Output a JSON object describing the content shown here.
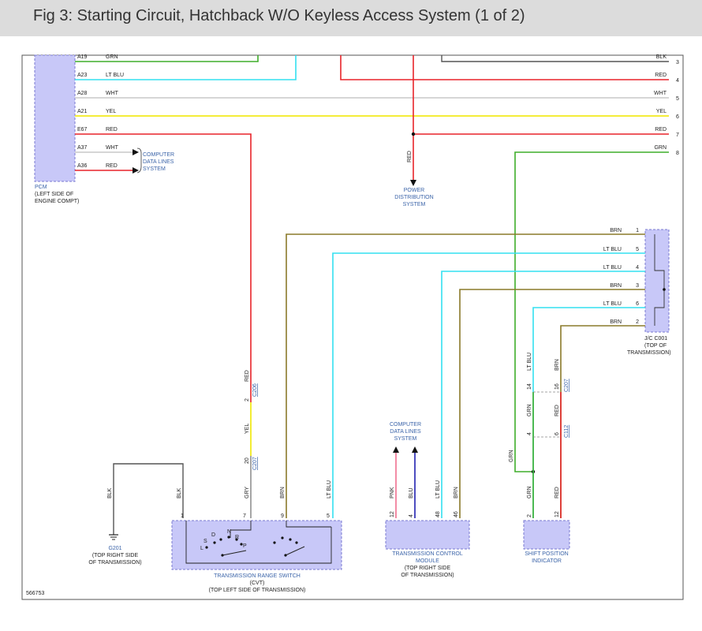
{
  "title": "Fig 3: Starting Circuit, Hatchback W/O Keyless Access System (1 of 2)",
  "figure_id": "566753",
  "colors": {
    "grn": "#3fae2a",
    "ltblu": "#33e0f0",
    "red": "#e8242a",
    "wht": "#c8c8c8",
    "yel": "#f2ea1d",
    "brn": "#8a7a2a",
    "blk": "#555555",
    "gry": "#888888",
    "pnk": "#f07090",
    "blu": "#2020b0",
    "module": "#c8c8f8"
  },
  "pcm": {
    "name": "PCM",
    "loc1": "(LEFT SIDE OF",
    "loc2": "ENGINE COMPT)",
    "pins": [
      {
        "pin": "A19",
        "color": "GRN"
      },
      {
        "pin": "A23",
        "color": "LT BLU"
      },
      {
        "pin": "A28",
        "color": "WHT"
      },
      {
        "pin": "A21",
        "color": "YEL"
      },
      {
        "pin": "E67",
        "color": "RED"
      },
      {
        "pin": "A37",
        "color": "WHT"
      },
      {
        "pin": "A36",
        "color": "RED"
      }
    ]
  },
  "computer_data_lines": {
    "l1": "COMPUTER",
    "l2": "DATA LINES",
    "l3": "SYSTEM"
  },
  "power_dist": {
    "l1": "POWER",
    "l2": "DISTRIBUTION",
    "l3": "SYSTEM",
    "wire": "RED"
  },
  "right_wires": [
    {
      "num": "3",
      "color": "BLK"
    },
    {
      "num": "4",
      "color": "RED"
    },
    {
      "num": "5",
      "color": "WHT"
    },
    {
      "num": "6",
      "color": "YEL"
    },
    {
      "num": "7",
      "color": "RED"
    },
    {
      "num": "8",
      "color": "GRN"
    }
  ],
  "jc": {
    "l1": "J/C C001",
    "l2": "(TOP OF",
    "l3": "TRANSMISSION)",
    "pins": [
      {
        "num": "1",
        "color": "BRN"
      },
      {
        "num": "5",
        "color": "LT BLU"
      },
      {
        "num": "4",
        "color": "LT BLU"
      },
      {
        "num": "3",
        "color": "BRN"
      },
      {
        "num": "6",
        "color": "LT BLU"
      },
      {
        "num": "2",
        "color": "BRN"
      }
    ]
  },
  "c206": {
    "pin": "2",
    "name": "C206"
  },
  "c207a": {
    "pin": "20",
    "name": "C207"
  },
  "c207b": {
    "pin": "16",
    "pin2": "14",
    "name": "C207"
  },
  "c112": {
    "pin": "6",
    "pin2": "4",
    "name": "C112"
  },
  "wire_labels": {
    "red": "RED",
    "yel": "YEL",
    "gry": "GRY",
    "blk": "BLK",
    "brn": "BRN",
    "ltblu": "LT BLU",
    "pnk": "PNK",
    "blu": "BLU",
    "grn": "GRN"
  },
  "g201": {
    "name": "G201",
    "l1": "(TOP RIGHT SIDE",
    "l2": "OF TRANSMISSION)"
  },
  "trs": {
    "name": "TRANSMISSION RANGE SWITCH",
    "l2": "(CVT)",
    "l3": "(TOP LEFT SIDE OF TRANSMISSION)",
    "pins": [
      "1",
      "7",
      "9",
      "5"
    ],
    "positions": [
      "D",
      "N",
      "R",
      "P",
      "S",
      "L"
    ]
  },
  "tcm": {
    "l1": "TRANSMISSION CONTROL",
    "l2": "MODULE",
    "l3": "(TOP RIGHT SIDE",
    "l4": "OF TRANSMISSION)",
    "pins": [
      "12",
      "4",
      "48",
      "46"
    ],
    "cdl1": "COMPUTER",
    "cdl2": "DATA LINES",
    "cdl3": "SYSTEM"
  },
  "spi": {
    "l1": "SHIFT POSITION",
    "l2": "INDICATOR",
    "pins": [
      "2",
      "12"
    ]
  }
}
